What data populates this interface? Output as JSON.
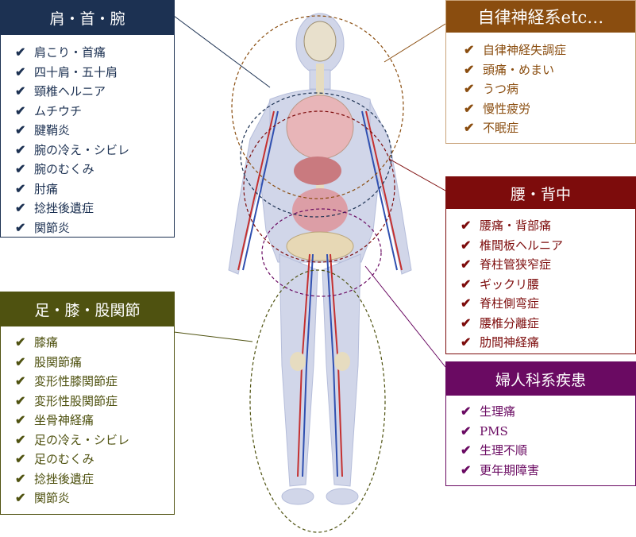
{
  "colors": {
    "shoulder": "#1c3152",
    "autonomic": "#8a4d0f",
    "back": "#7d0c0c",
    "gyn": "#6a0a62",
    "leg": "#4f5210"
  },
  "check_icon": "✔",
  "boxes": {
    "shoulder": {
      "title": "肩・首・腕",
      "items": [
        "肩こり・首痛",
        "四十肩・五十肩",
        "頸椎ヘルニア",
        "ムチウチ",
        "腱鞘炎",
        "腕の冷え・シビレ",
        "腕のむくみ",
        "肘痛",
        "捻挫後遺症",
        "関節炎"
      ]
    },
    "autonomic": {
      "title": "自律神経系etc…",
      "items": [
        "自律神経失調症",
        "頭痛・めまい",
        "うつ病",
        "慢性疲労",
        "不眠症"
      ]
    },
    "back": {
      "title": "腰・背中",
      "items": [
        "腰痛・背部痛",
        "椎間板ヘルニア",
        "脊柱管狭窄症",
        "ギックリ腰",
        "脊柱側弯症",
        "腰椎分離症",
        "肋間神経痛"
      ]
    },
    "gyn": {
      "title": "婦人科系疾患",
      "items": [
        "生理痛",
        "PMS",
        "生理不順",
        "更年期障害"
      ]
    },
    "leg": {
      "title": "足・膝・股関節",
      "items": [
        "膝痛",
        "股関節痛",
        "変形性膝関節症",
        "変形性股関節症",
        "坐骨神経痛",
        "足の冷え・シビレ",
        "足のむくみ",
        "捻挫後遺症",
        "関節炎"
      ]
    }
  }
}
